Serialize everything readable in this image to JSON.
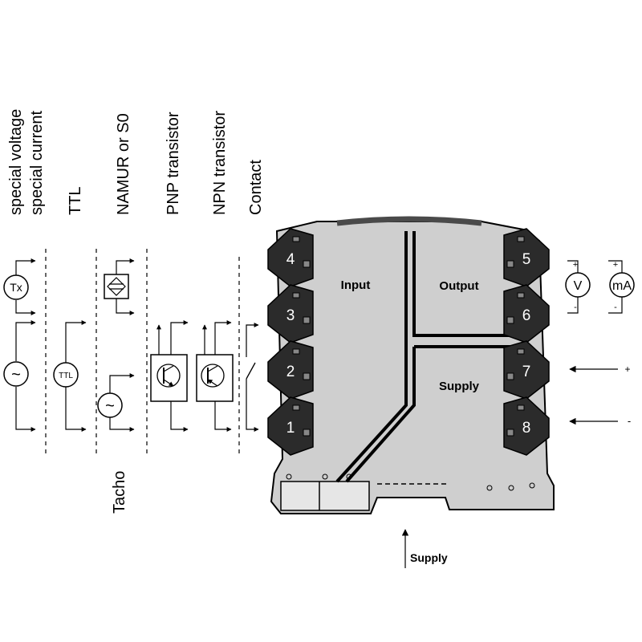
{
  "input_types": [
    {
      "line1": "special voltage",
      "line2": "special current"
    },
    {
      "line1": "TTL"
    },
    {
      "line1": "NAMUR or S0"
    },
    {
      "line1": "PNP transistor"
    },
    {
      "line1": "NPN transistor"
    },
    {
      "line1": "Contact"
    }
  ],
  "tacho_label": "Tacho",
  "symbols": {
    "tx": "Tx",
    "ttl": "TTL",
    "ac": "~",
    "voltmeter": "V",
    "ammeter": "mA",
    "plus": "+",
    "minus": "-"
  },
  "module": {
    "zones": {
      "input": "Input",
      "output": "Output",
      "supply": "Supply"
    },
    "terminals_left": [
      "4",
      "3",
      "2",
      "1"
    ],
    "terminals_right": [
      "5",
      "6",
      "7",
      "8"
    ]
  },
  "supply_arrow_label": "Supply",
  "colors": {
    "body": "#cfcfcf",
    "terminal": "#2b2b2b",
    "line": "#000000",
    "background": "#ffffff"
  }
}
